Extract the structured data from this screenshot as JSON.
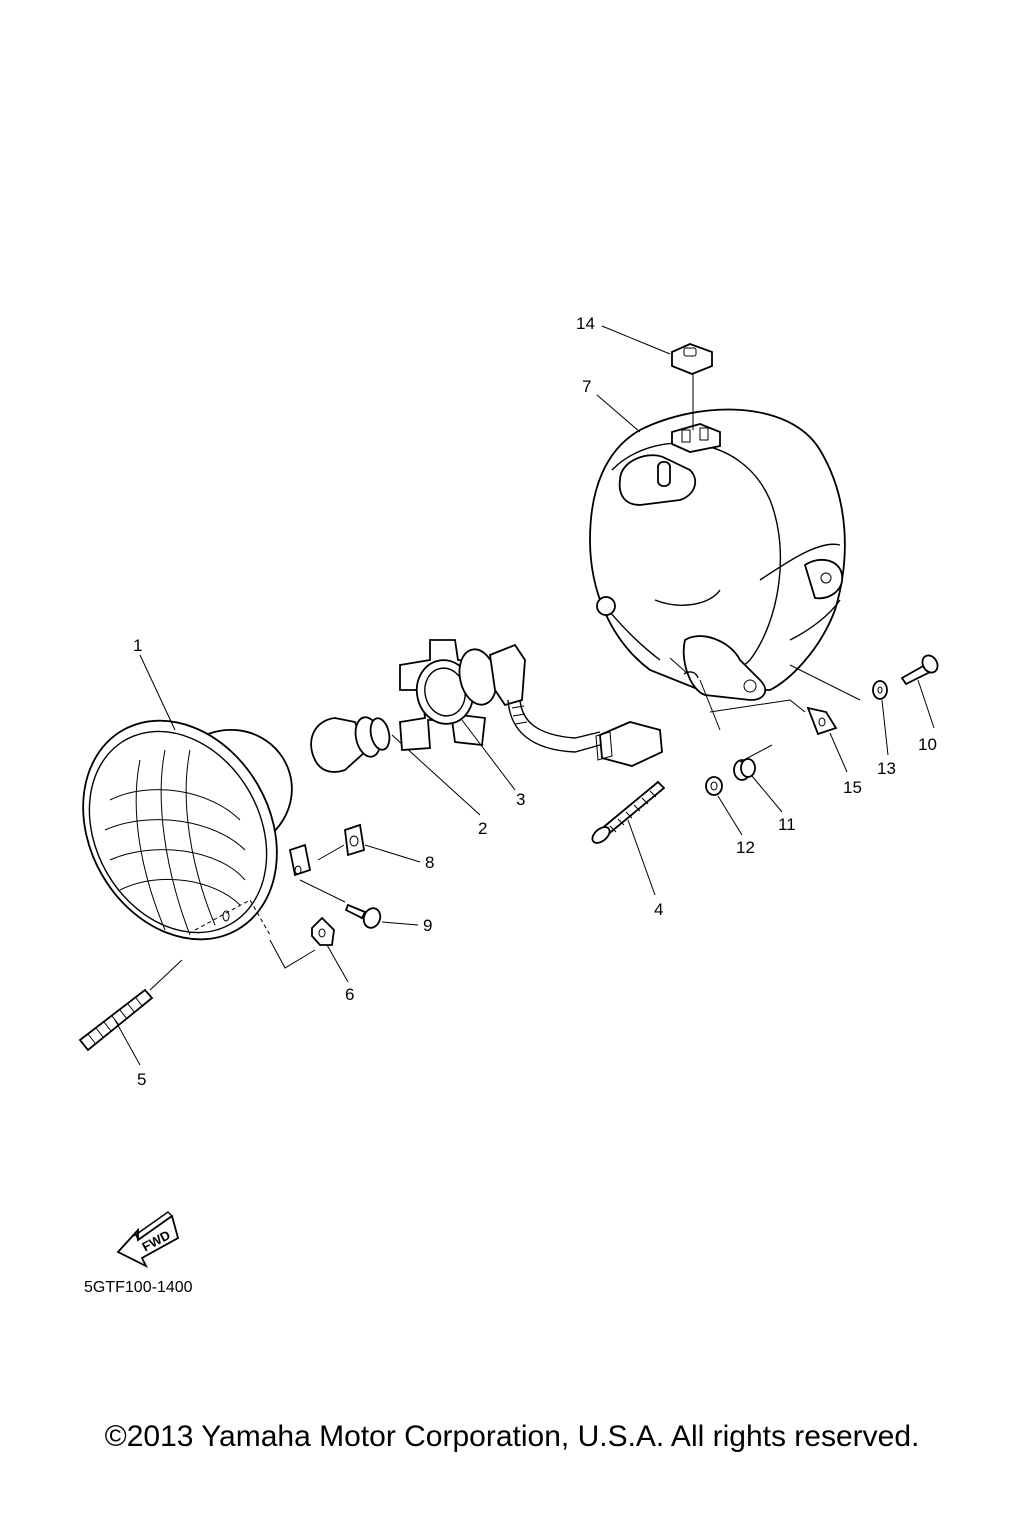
{
  "callouts": {
    "c1": "1",
    "c2": "2",
    "c3": "3",
    "c4": "4",
    "c5": "5",
    "c6": "6",
    "c7": "7",
    "c8": "8",
    "c9": "9",
    "c10": "10",
    "c11": "11",
    "c12": "12",
    "c13": "13",
    "c14": "14",
    "c15": "15"
  },
  "fwd_label": "FWD",
  "diagram_code": "5GTF100-1400",
  "copyright": "©2013 Yamaha Motor Corporation, U.S.A. All rights reserved."
}
